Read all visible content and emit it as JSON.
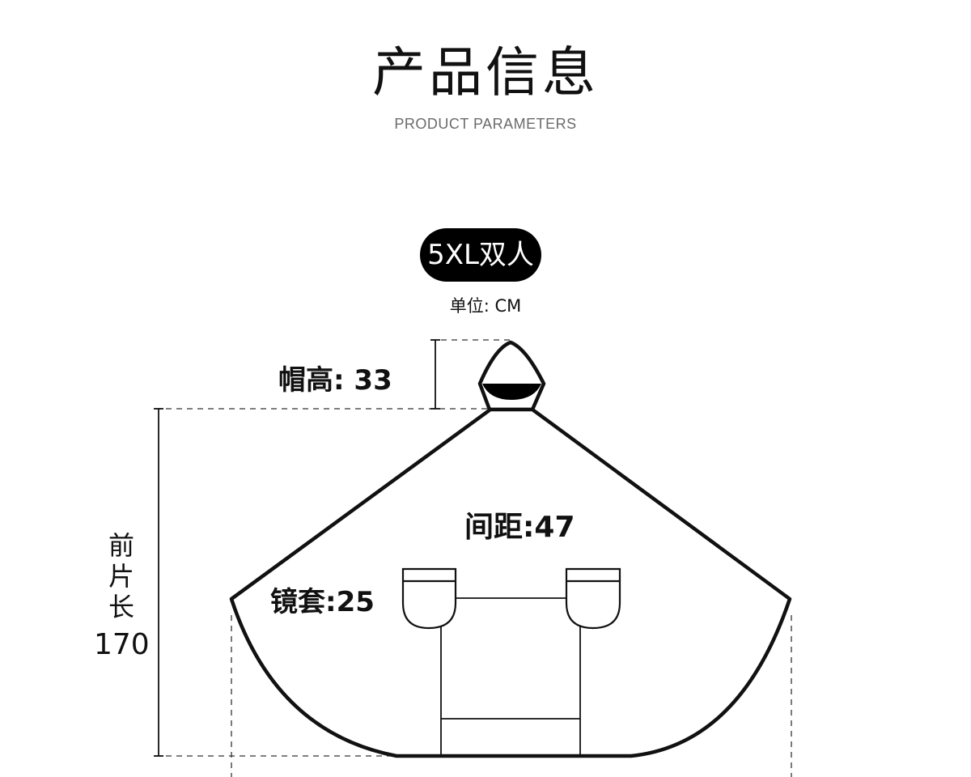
{
  "header": {
    "title": "产品信息",
    "subtitle": "PRODUCT PARAMETERS"
  },
  "size": {
    "badge": "5XL双人",
    "unit": "单位: CM"
  },
  "dimensions": {
    "hood_height": "帽高: 33",
    "spacing": "间距:47",
    "visor": "镜套:25",
    "front_length_label": "前片长",
    "front_length_value": "170"
  }
}
